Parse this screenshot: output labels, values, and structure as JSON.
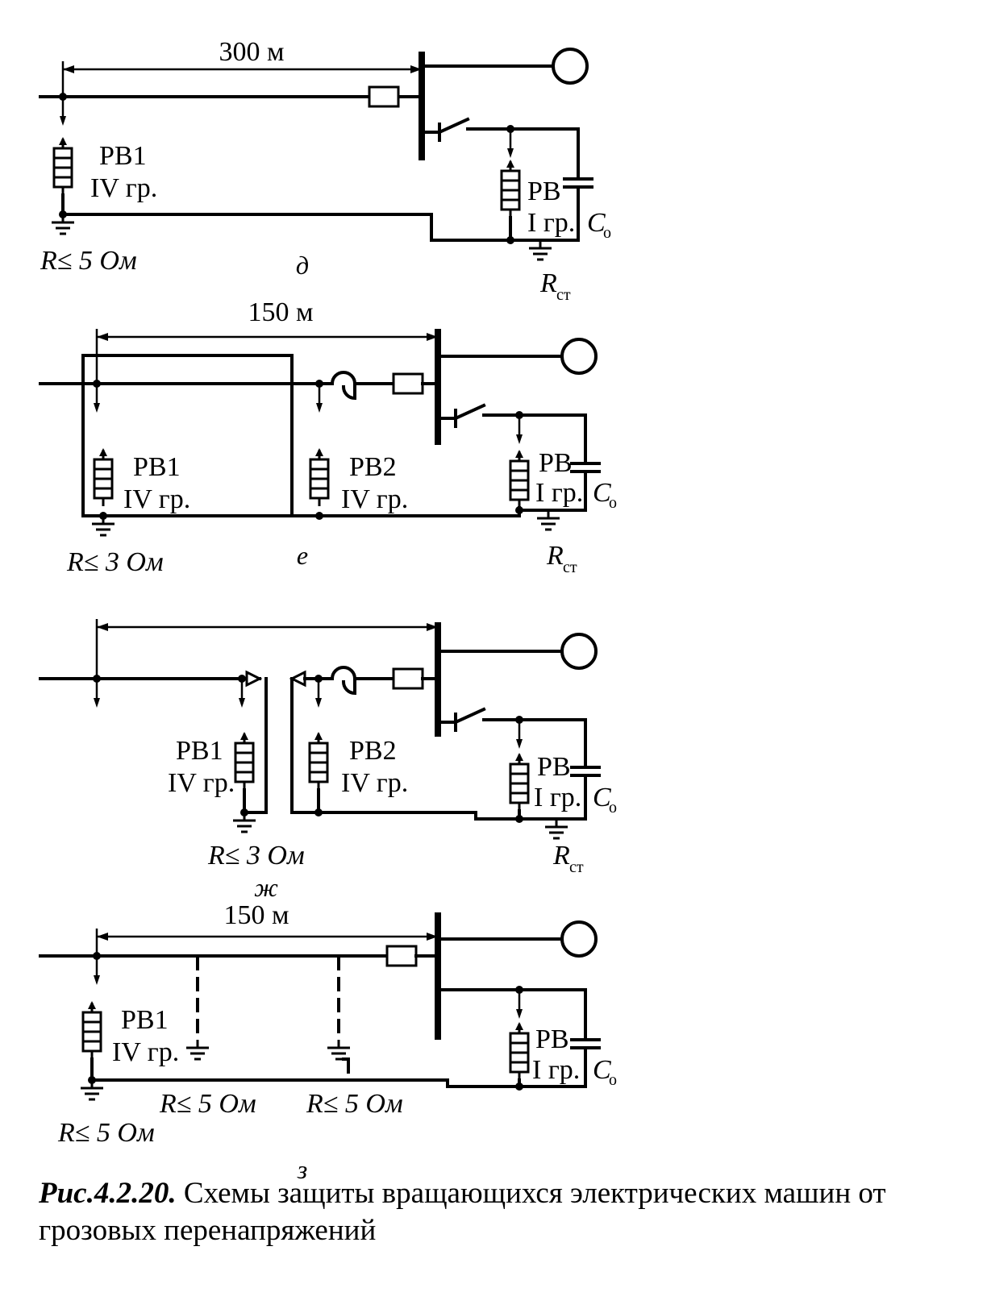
{
  "figure": {
    "panels": [
      {
        "letter": "д",
        "distance": "300 м",
        "arrester_main_label": "РВ1",
        "arrester_main_group": "IV гр.",
        "ground_main": "R≤ 5 Ом",
        "arrester_station_label": "РВ",
        "arrester_station_group": "I гр.",
        "capacitor_label": "C",
        "capacitor_sub": "о",
        "station_ground_label": "R",
        "station_ground_sub": "ст"
      },
      {
        "letter": "е",
        "distance": "150 м",
        "arrester_main_label": "РВ1",
        "arrester_main_group": "IV гр.",
        "arrester_second_label": "РВ2",
        "arrester_second_group": "IV гр.",
        "ground_main": "R≤ 3 Ом",
        "arrester_station_label": "РВ",
        "arrester_station_group": "I гр.",
        "capacitor_label": "C",
        "capacitor_sub": "о",
        "station_ground_label": "R",
        "station_ground_sub": "ст"
      },
      {
        "letter": "ж",
        "arrester_main_label": "РВ1",
        "arrester_main_group": "IV гр.",
        "arrester_second_label": "РВ2",
        "arrester_second_group": "IV гр.",
        "ground_main": "R≤ 3 Ом",
        "arrester_station_label": "РВ",
        "arrester_station_group": "I гр.",
        "capacitor_label": "C",
        "capacitor_sub": "о",
        "station_ground_label": "R",
        "station_ground_sub": "ст"
      },
      {
        "letter": "з",
        "distance": "150 м",
        "arrester_main_label": "РВ1",
        "arrester_main_group": "IV гр.",
        "ground_main": "R≤ 5 Ом",
        "ground_mid1": "R≤ 5 Ом",
        "ground_mid2": "R≤ 5 Ом",
        "arrester_station_label": "РВ",
        "arrester_station_group": "I гр.",
        "capacitor_label": "C",
        "capacitor_sub": "о"
      }
    ]
  },
  "caption": {
    "label": "Рис.4.2.20.",
    "text": "Схемы защиты вращающихся электрических машин от грозовых перенапряжений"
  }
}
